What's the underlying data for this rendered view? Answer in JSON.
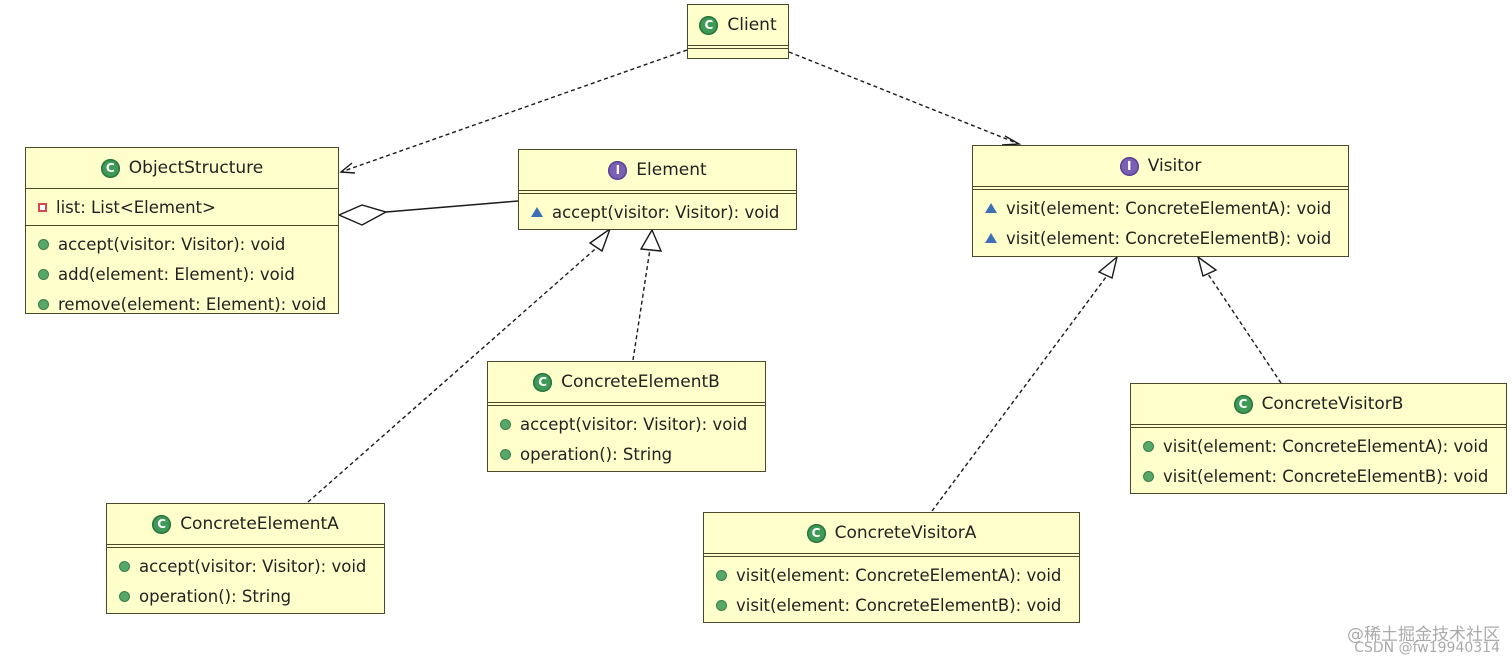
{
  "classes": {
    "client": {
      "name": "Client",
      "kind": "class",
      "attributes": [],
      "methods": []
    },
    "object_structure": {
      "name": "ObjectStructure",
      "kind": "class",
      "attributes": [
        {
          "vis": "private",
          "text": "list: List<Element>"
        }
      ],
      "methods": [
        {
          "vis": "public",
          "text": "accept(visitor: Visitor): void"
        },
        {
          "vis": "public",
          "text": "add(element: Element): void"
        },
        {
          "vis": "public",
          "text": "remove(element: Element): void"
        }
      ]
    },
    "element": {
      "name": "Element",
      "kind": "interface",
      "attributes": [],
      "methods": [
        {
          "vis": "package",
          "text": "accept(visitor: Visitor): void"
        }
      ]
    },
    "visitor": {
      "name": "Visitor",
      "kind": "interface",
      "attributes": [],
      "methods": [
        {
          "vis": "package",
          "text": "visit(element: ConcreteElementA): void"
        },
        {
          "vis": "package",
          "text": "visit(element: ConcreteElementB): void"
        }
      ]
    },
    "concrete_element_b": {
      "name": "ConcreteElementB",
      "kind": "class",
      "attributes": [],
      "methods": [
        {
          "vis": "public",
          "text": "accept(visitor: Visitor): void"
        },
        {
          "vis": "public",
          "text": "operation(): String"
        }
      ]
    },
    "concrete_element_a": {
      "name": "ConcreteElementA",
      "kind": "class",
      "attributes": [],
      "methods": [
        {
          "vis": "public",
          "text": "accept(visitor: Visitor): void"
        },
        {
          "vis": "public",
          "text": "operation(): String"
        }
      ]
    },
    "concrete_visitor_b": {
      "name": "ConcreteVisitorB",
      "kind": "class",
      "attributes": [],
      "methods": [
        {
          "vis": "public",
          "text": "visit(element: ConcreteElementA): void"
        },
        {
          "vis": "public",
          "text": "visit(element: ConcreteElementB): void"
        }
      ]
    },
    "concrete_visitor_a": {
      "name": "ConcreteVisitorA",
      "kind": "class",
      "attributes": [],
      "methods": [
        {
          "vis": "public",
          "text": "visit(element: ConcreteElementA): void"
        },
        {
          "vis": "public",
          "text": "visit(element: ConcreteElementB): void"
        }
      ]
    }
  },
  "relations": [
    {
      "type": "dependency",
      "from": "Client",
      "to": "ObjectStructure"
    },
    {
      "type": "dependency",
      "from": "Client",
      "to": "Visitor"
    },
    {
      "type": "aggregation",
      "from": "ObjectStructure",
      "to": "Element"
    },
    {
      "type": "realization",
      "from": "ConcreteElementA",
      "to": "Element"
    },
    {
      "type": "realization",
      "from": "ConcreteElementB",
      "to": "Element"
    },
    {
      "type": "realization",
      "from": "ConcreteVisitorA",
      "to": "Visitor"
    },
    {
      "type": "realization",
      "from": "ConcreteVisitorB",
      "to": "Visitor"
    }
  ],
  "watermark": {
    "line1": "@稀土掘金技术社区",
    "line2": "CSDN @fw19940314"
  }
}
